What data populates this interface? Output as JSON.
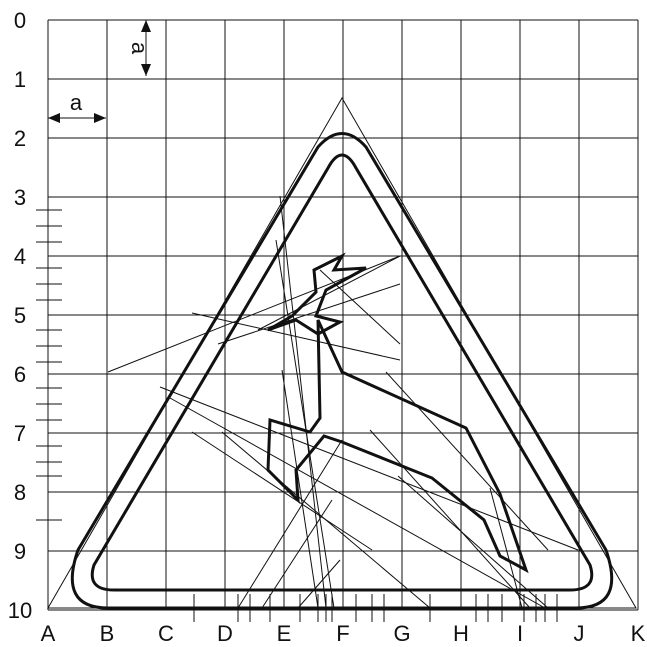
{
  "rows": [
    "0",
    "1",
    "2",
    "3",
    "4",
    "5",
    "6",
    "7",
    "8",
    "9",
    "10"
  ],
  "cols": [
    "A",
    "B",
    "C",
    "D",
    "E",
    "F",
    "G",
    "H",
    "I",
    "J",
    "K"
  ],
  "dimension_label": "a"
}
